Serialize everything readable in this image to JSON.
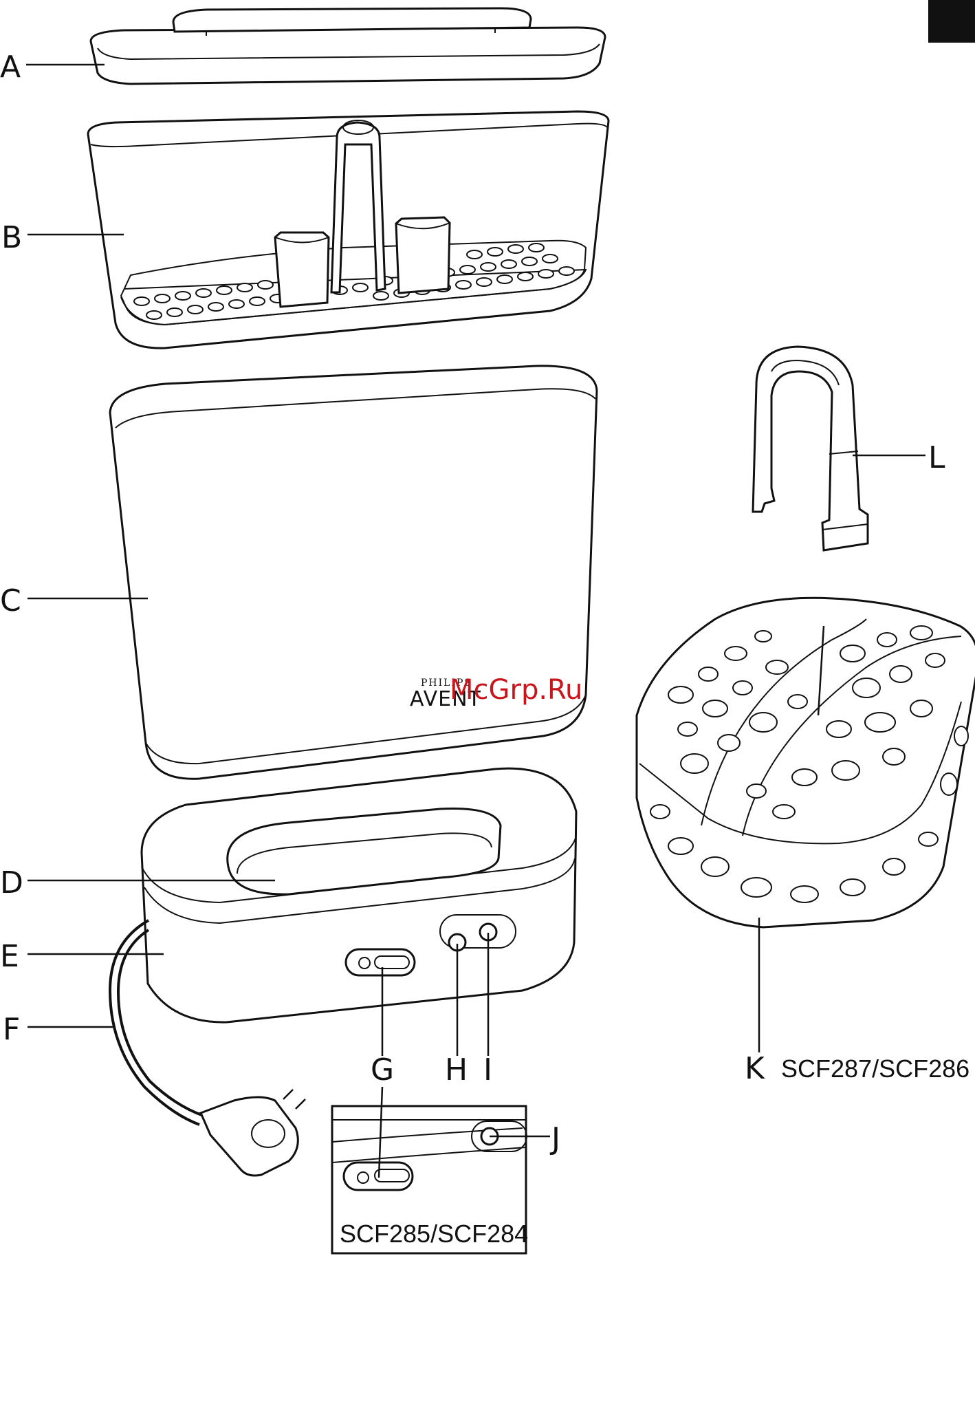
{
  "labels": {
    "a": "A",
    "b": "B",
    "c": "C",
    "d": "D",
    "e": "E",
    "f": "F",
    "g": "G",
    "h": "H",
    "i": "I",
    "j": "J",
    "k": "K",
    "l": "L"
  },
  "captions": {
    "model_k": "SCF287/SCF286",
    "inset_model": "SCF285/SCF284"
  },
  "brand": {
    "small": "PHILIPS",
    "large": "AVENT"
  },
  "watermark": "McGrp.Ru"
}
